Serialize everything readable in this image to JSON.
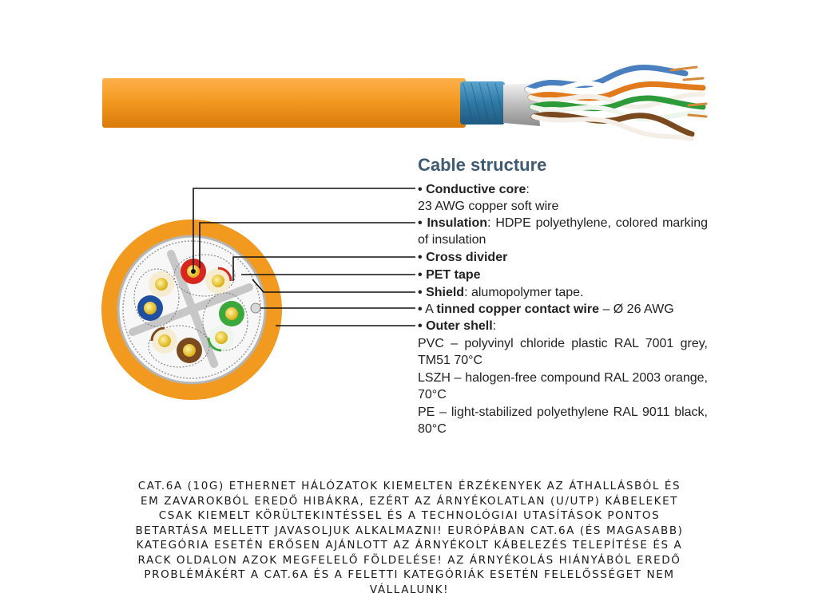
{
  "title": "Cable structure",
  "bullet": "•",
  "specs": {
    "core": {
      "label": "Conductive core",
      "suffix": ":",
      "detail": "23 AWG copper soft wire"
    },
    "insulation": {
      "label": "Insulation",
      "detail": ": HDPE polyethylene, colored marking of insulation"
    },
    "divider": {
      "label": "Cross divider"
    },
    "pet": {
      "label": "PET tape"
    },
    "shield": {
      "label": "Shield",
      "detail": ": alumopolymer tape."
    },
    "drain": {
      "prefix": "A ",
      "label": "tinned copper contact wire",
      "detail": " – Ø 26 AWG"
    },
    "shell": {
      "label": "Outer shell",
      "suffix": ":",
      "pvc": "PVC – polyvinyl chloride plastic RAL 7001 grey, TM51 70°C",
      "lszh": "LSZH – halogen-free compound RAL 2003 orange, 70°C",
      "pe": "PE – light-stabilized polyethylene RAL 9011 black, 80°C"
    }
  },
  "notice": "CAT.6A (10G) ETHERNET HÁLÓZATOK KIEMELTEN ÉRZÉKENYEK AZ ÁTHALLÁSBÓL ÉS EM ZAVAROKBÓL EREDŐ HIBÁKRA, EZÉRT AZ ÁRNYÉKOLATLAN (U/UTP) KÁBELEKET CSAK KIEMELT KÖRÜLTEKINTÉSSEL ÉS A TECHNOLÓGIAI UTASÍTÁSOK PONTOS BETARTÁSA MELLETT JAVASOLJUK ALKALMAZNI! EURÓPÁBAN CAT.6A (ÉS MAGASABB) KATEGÓRIA ESETÉN ERŐSEN AJÁNLOTT AZ ÁRNYÉKOLT KÁBELEZÉS TELEPÍTÉSE ÉS A RACK OLDALON AZOK MEGFELELŐ FÖLDELÉSE! AZ ÁRNYÉKOLÁS HIÁNYÁBÓL EREDŐ PROBLÉMÁKÉRT A CAT.6A ÉS A FELETTI KATEGÓRIÁK ESETÉN FELELŐSSÉGET NEM VÁLLALUNK!",
  "colors": {
    "jacket": "#f29a1f",
    "shield": "#3a84b0",
    "foil": "#c8c8c8",
    "pair_red": "#d8261f",
    "pair_blue": "#1f4fa0",
    "pair_green": "#3aa83a",
    "pair_brown": "#7a4a1e",
    "conductor": "#e8c224",
    "title": "#3f5a73"
  }
}
